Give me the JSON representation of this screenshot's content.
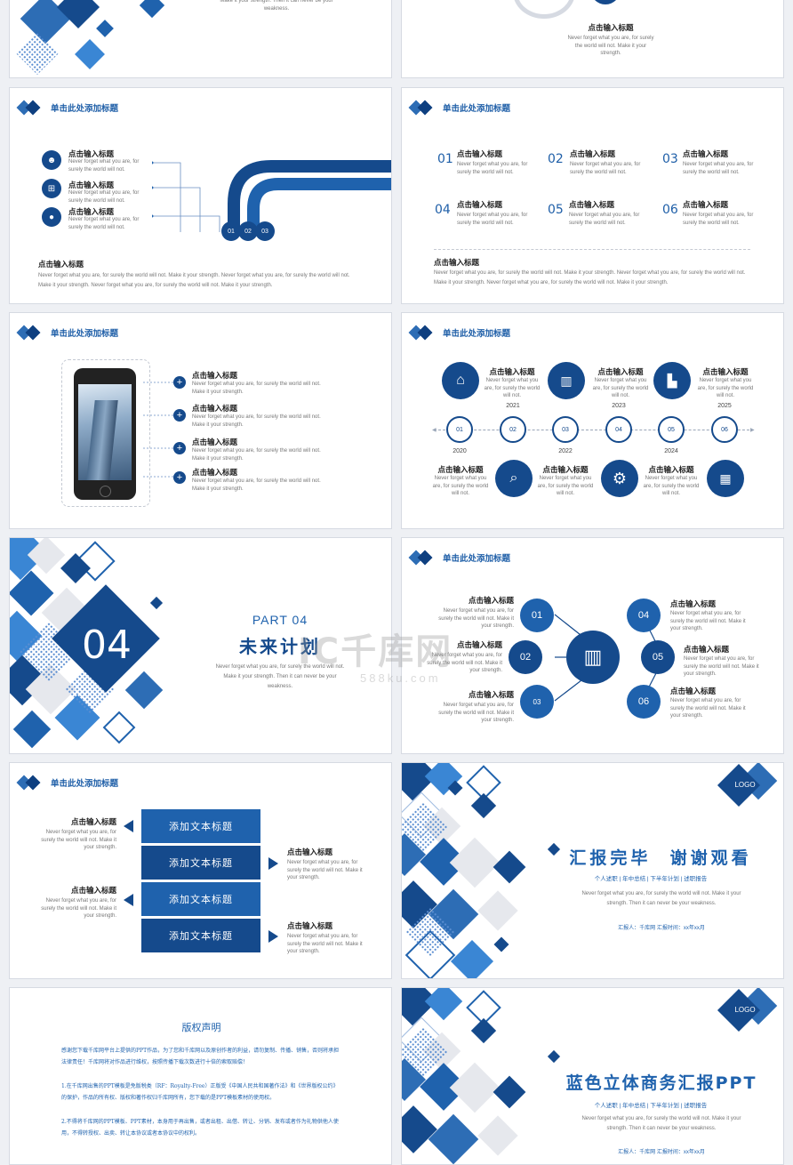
{
  "hdr_label": "单击此处添加标题",
  "item_title": "点击输入标题",
  "short_title": "点击输入标题",
  "nf_short": "Never forget what you are, for surely the world will not.",
  "nf_mid": "Never forget what you are, for surely the world will not. Make it your strength.",
  "nf_long": "Never forget what you are, for surely the world will not. Make it your strength. Never forget what you are, for surely the world will not. Make it your strength. Never forget what you are, for surely the world will not. Make it your strength.",
  "nf_end": "Never forget what you are, for surely the world will not. Make it your strength. Then it can never be your weakness.",
  "top_left_partial": "Make it your strength. Then it can never be your weakness.",
  "top_right": {
    "title": "点击输入标题",
    "body": "Never forget what you are, for surely the world will not. Make it your strength."
  },
  "numbers6": [
    "01",
    "02",
    "03",
    "04",
    "05",
    "06"
  ],
  "tab_badges": [
    "01",
    "02",
    "03"
  ],
  "years": [
    "2020",
    "2021",
    "2022",
    "2023",
    "2024",
    "2025"
  ],
  "part": {
    "label": "PART 04",
    "num": "04",
    "title": "未来计划",
    "body": "Never forget what you are, for surely the world will not. Make it your strength. Then it can never be your weakness."
  },
  "btn_label": "添加文本标题",
  "closing": {
    "title": "汇报完毕  谢谢观看",
    "tags": "个人述职 | 年中总结 | 下半年计划 | 述职报告",
    "body": "Never forget what you are, for surely the world will not. Make it your strength. Then it can never be your weakness.",
    "reporter": "汇报人：千库网   汇报时间：xx年xx月",
    "logo": "LOGO"
  },
  "cover": {
    "title": "蓝色立体商务汇报PPT",
    "tags": "个人述职 | 年中总结 | 下半年计划 | 述职报告",
    "body": "Never forget what you are, for surely the world will not. Make it your strength. Then it can never be your weakness.",
    "reporter": "汇报人：千库网   汇报时间：xx年xx月",
    "logo": "LOGO"
  },
  "copyright": {
    "title": "版权声明",
    "p1": "感谢您下载千库网平台上提供的PPT作品，为了您和千库网以及原创作者的利益，请勿复制、传播、销售，否则将承担法律责任！千库网将对作品进行维权，按照传播下载次数进行十倍的索取赔偿！",
    "p2": "1.在千库网出售的PPT模板是免版税类（RF：Royalty-Free）正版受《中国人民共和国著作法》和《世界版权公约》的保护，作品的所有权、版权和著作权归千库网所有，您下载的是PPT模板素材的使用权。",
    "p3": "2.不得将千库网的PPT模板、PPT素材，本身用于再出售，或者出租、出借、转让、分销、发布或者作为礼物供他人使用，不得转授权、出卖、转让本协议或者本协议中的权利。"
  },
  "watermark": {
    "main": "IC千库网",
    "sub": "588ku.com"
  },
  "colors": {
    "primary": "#154a8c",
    "accent": "#1f62ad",
    "light": "#3a86d4"
  }
}
